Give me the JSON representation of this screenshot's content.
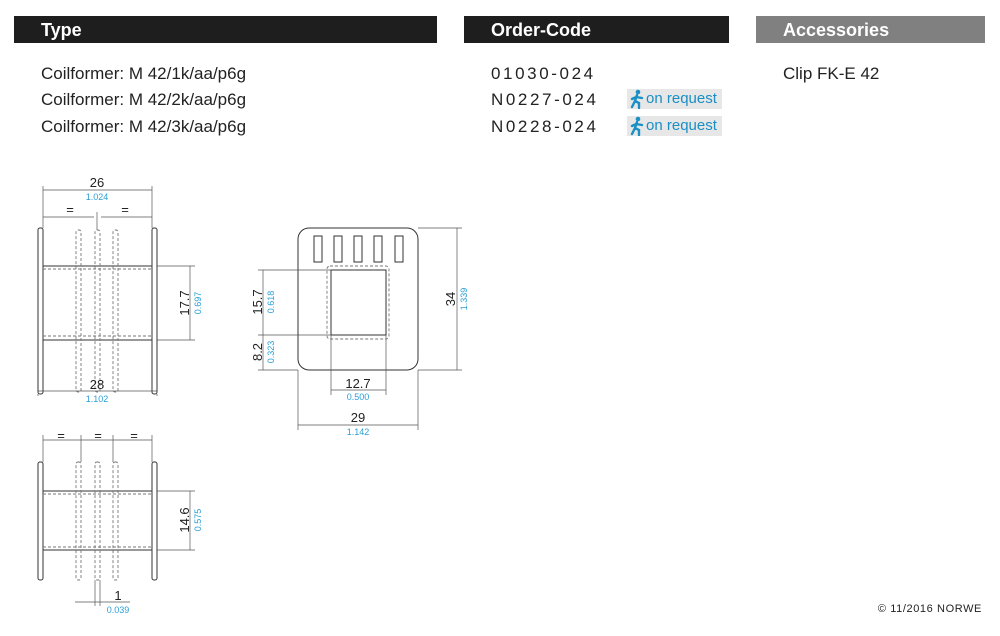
{
  "headers": {
    "type": "Type",
    "order_code": "Order-Code",
    "accessories": "Accessories"
  },
  "rows": [
    {
      "type": "Coilformer:  M 42/1k/aa/p6g",
      "code": "01030-024",
      "on_request": ""
    },
    {
      "type": "Coilformer:  M 42/2k/aa/p6g",
      "code": "N0227-024",
      "on_request": "on request"
    },
    {
      "type": "Coilformer:  M 42/3k/aa/p6g",
      "code": "N0228-024",
      "on_request": "on request"
    }
  ],
  "accessory": "Clip FK-E 42",
  "drawing": {
    "side1": {
      "width_top": "26",
      "width_top_in": "1.024",
      "eq1": "=",
      "eq2": "=",
      "height": "17.7",
      "height_in": "0.697",
      "width_bottom": "28",
      "width_bottom_in": "1.102"
    },
    "side2": {
      "eq1": "=",
      "eq2": "=",
      "eq3": "=",
      "height": "14.6",
      "height_in": "0.575",
      "slot": "1",
      "slot_in": "0.039"
    },
    "front": {
      "h1": "15.7",
      "h1_in": "0.618",
      "h2": "8.2",
      "h2_in": "0.323",
      "total_h": "34",
      "total_h_in": "1.339",
      "window_w": "12.7",
      "window_w_in": "0.500",
      "total_w": "29",
      "total_w_in": "1.142"
    }
  },
  "footer": "© 11/2016 NORWE",
  "colors": {
    "header_dark": "#1e1e1e",
    "header_gray": "#777777",
    "accent_blue": "#2a9fd6"
  }
}
